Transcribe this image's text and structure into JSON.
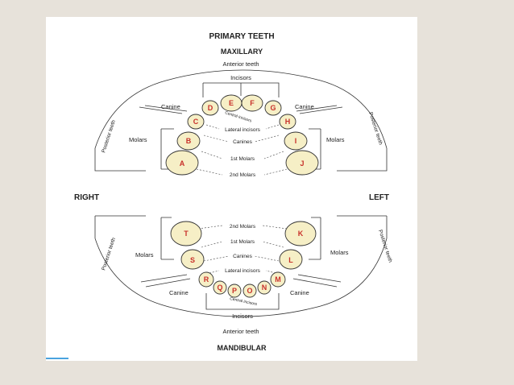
{
  "title": "PRIMARY TEETH",
  "maxillary": {
    "heading": "MAXILLARY",
    "anterior": "Anterior teeth",
    "incisors": "Incisors",
    "central_incisors": "Central incisors",
    "canine_left": "Canine",
    "canine_right": "Canine",
    "molars_left": "Molars",
    "molars_right": "Molars",
    "posterior_left": "Posterior teeth",
    "posterior_right": "Posterior teeth",
    "rows": [
      "Lateral incisors",
      "Canines",
      "1st Molars",
      "2nd Molars"
    ],
    "letters": [
      "A",
      "B",
      "C",
      "D",
      "E",
      "F",
      "G",
      "H",
      "I",
      "J"
    ]
  },
  "sides": {
    "right": "RIGHT",
    "left": "LEFT"
  },
  "mandibular": {
    "heading": "MANDIBULAR",
    "anterior": "Anterior teeth",
    "incisors": "Incisors",
    "central_incisors": "Central incisors",
    "canine_left": "Canine",
    "canine_right": "Canine",
    "molars_left": "Molars",
    "molars_right": "Molars",
    "posterior_left": "Posterior teeth",
    "posterior_right": "Posterior teeth",
    "rows": [
      "2nd Molars",
      "1st Molars",
      "Canines",
      "Lateral incisors"
    ],
    "letters": [
      "K",
      "L",
      "M",
      "N",
      "O",
      "P",
      "Q",
      "R",
      "S",
      "T"
    ]
  },
  "colors": {
    "tooth_fill": "#f6efc6",
    "letter": "#c8302a",
    "slide_bg": "#ffffff",
    "page_bg": "#e7e2da",
    "accent": "#4aa3df"
  }
}
